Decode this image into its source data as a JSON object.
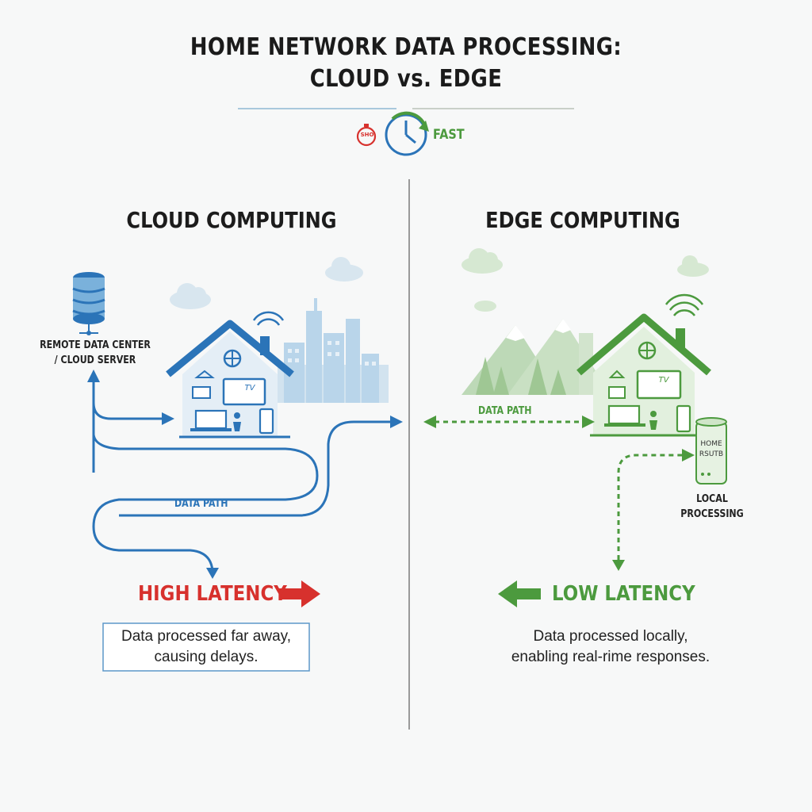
{
  "header": {
    "title_line1": "HOME NETWORK DATA PROCESSING:",
    "title_line2": "CLOUD vs. EDGE",
    "legend_slow_icon_text": "SHO",
    "legend_fast_label": "FAST"
  },
  "cloud": {
    "heading": "CLOUD COMPUTING",
    "server_label_line1": "REMOTE DATA CENTER",
    "server_label_line2": "/ CLOUD SERVER",
    "tv_label": "TV",
    "path_label": "DATA PATH",
    "latency_label": "HIGH LATENCY",
    "desc_line1": "Data processed far away,",
    "desc_line2": "causing delays."
  },
  "edge": {
    "heading": "EDGE COMPUTING",
    "tv_label": "TV",
    "path_label": "DATA PATH",
    "hub_line1": "HOME",
    "hub_line2": "RSUTB",
    "local_line1": "LOCAL",
    "local_line2": "PROCESSING",
    "latency_label": "LOW LATENCY",
    "desc_line1": "Data processed locally,",
    "desc_line2": "enabling real-rime responses."
  },
  "colors": {
    "cloud_blue": "#2b74b8",
    "edge_green": "#4c9a3e",
    "alert_red": "#d7312d"
  }
}
